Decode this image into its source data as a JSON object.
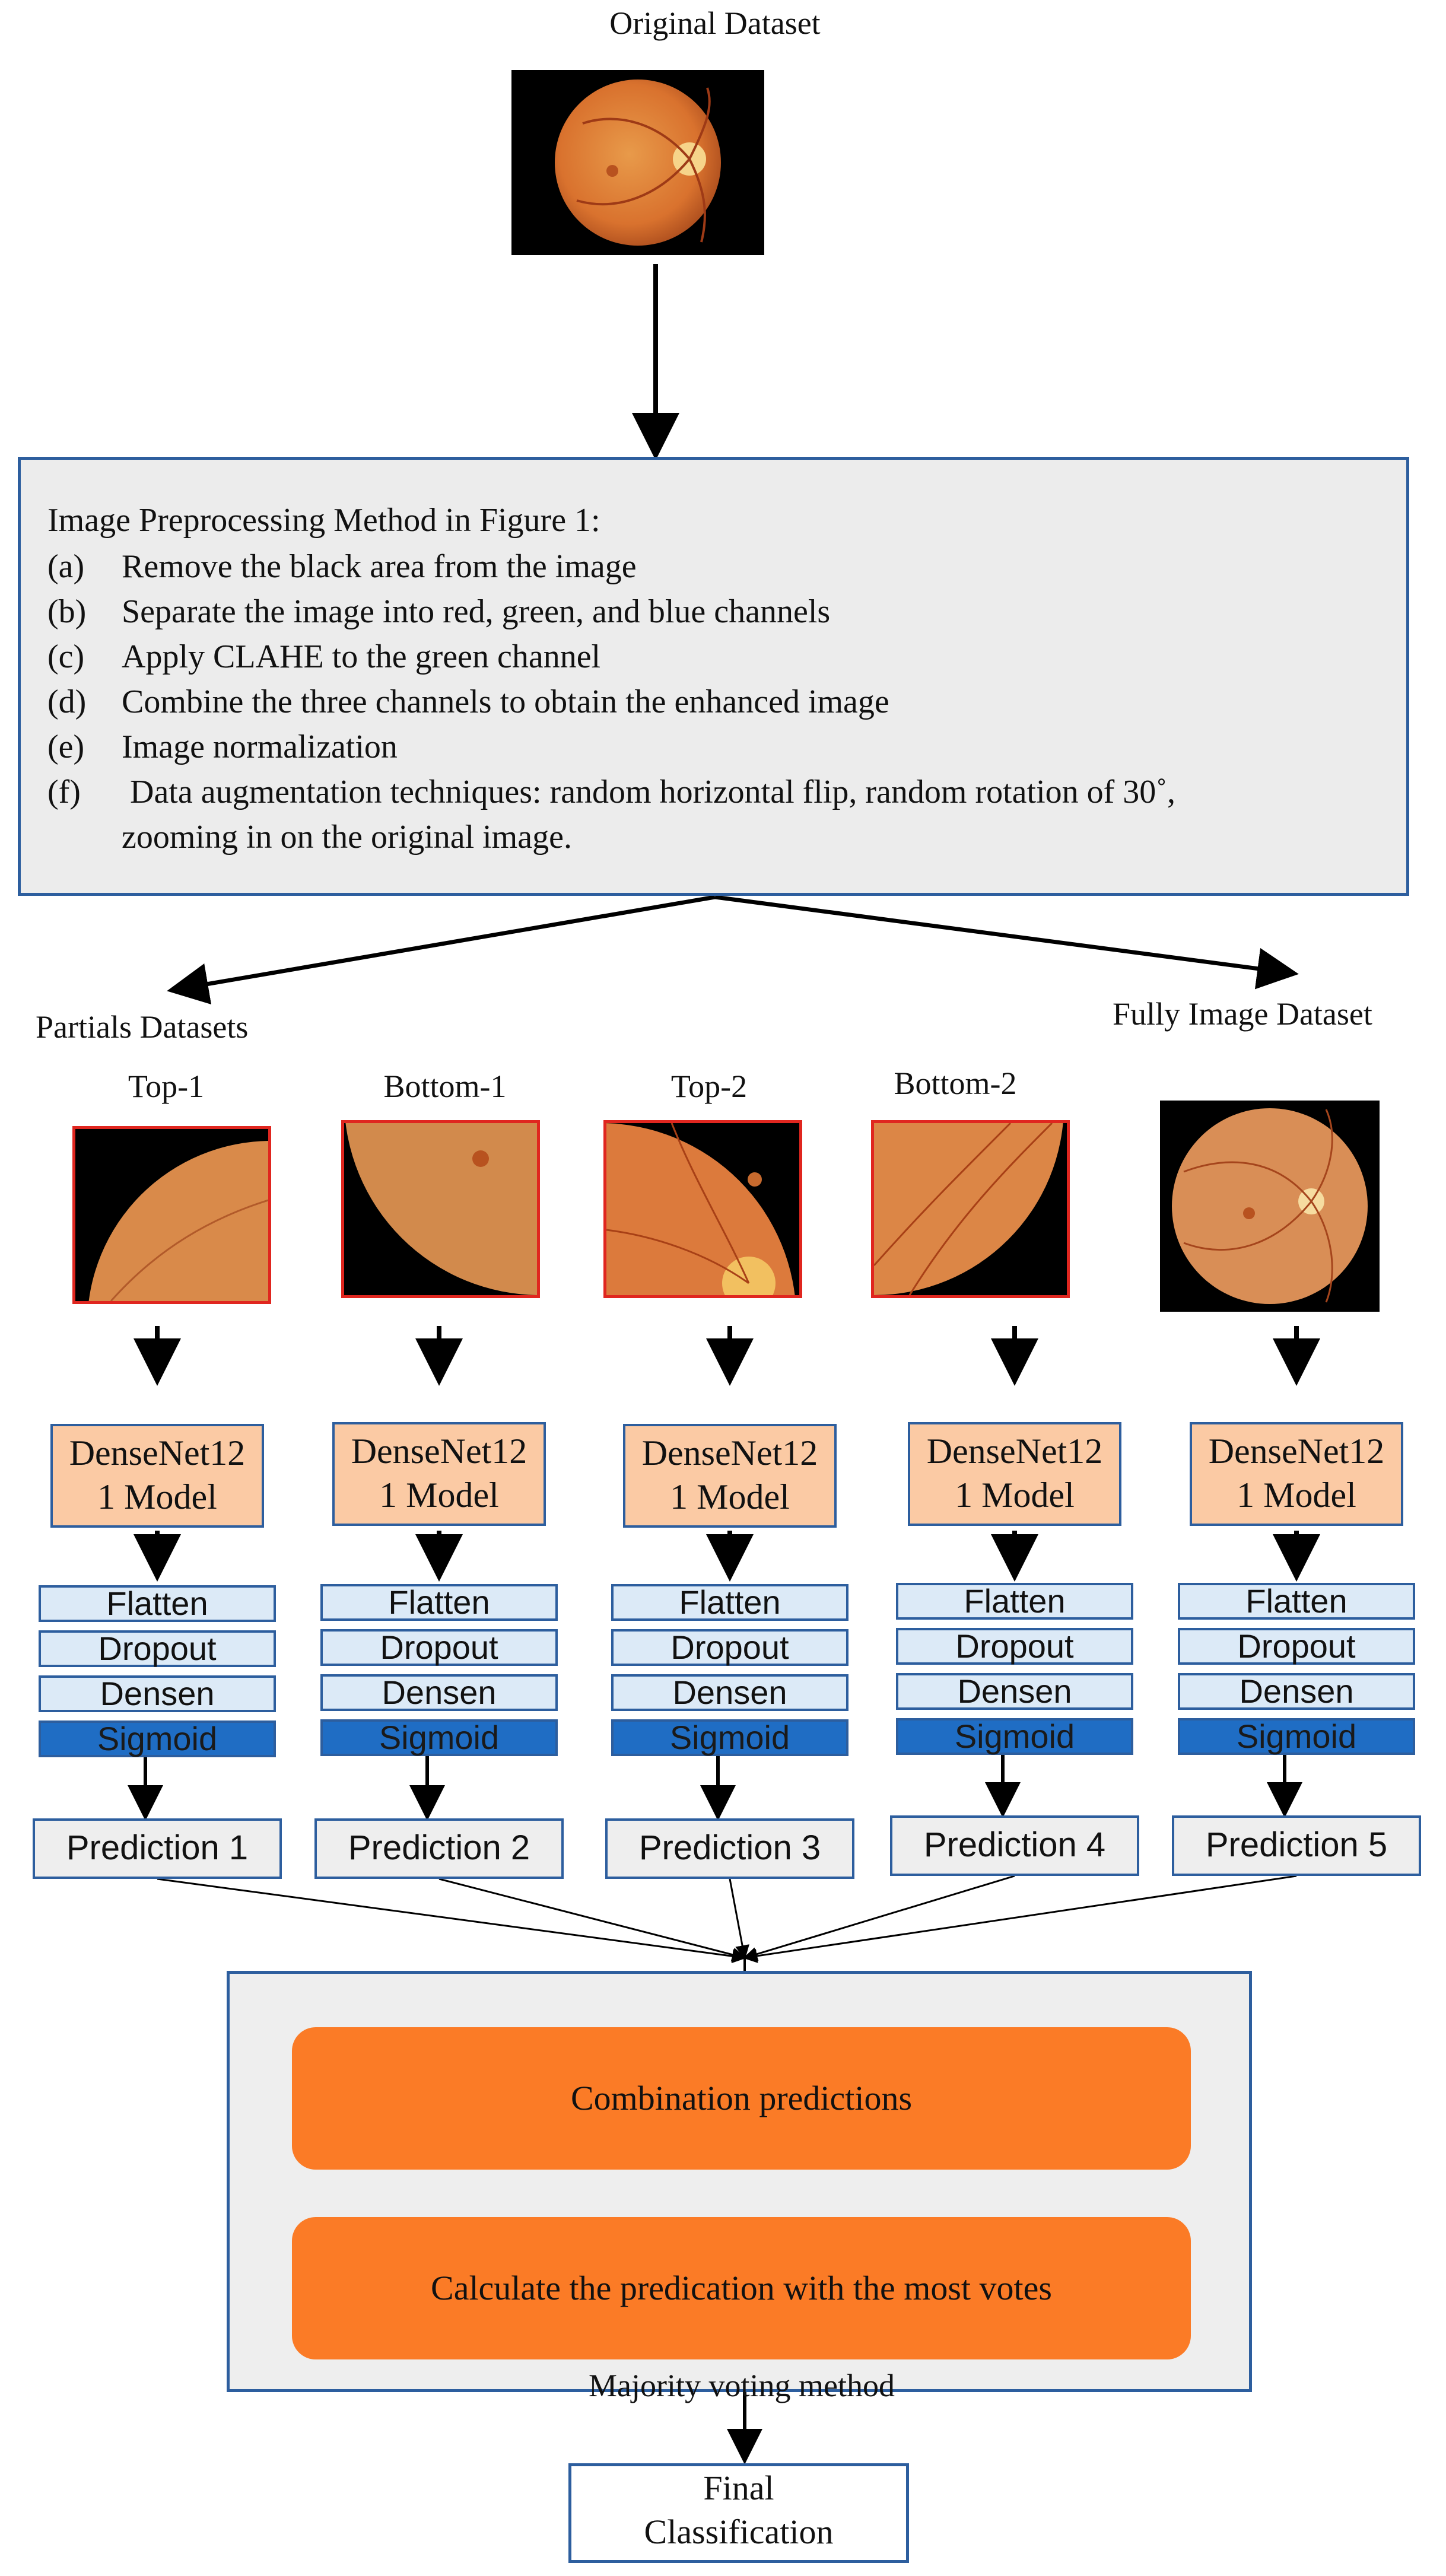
{
  "title": "Original Dataset",
  "preprocessing": {
    "heading": "Image Preprocessing Method in Figure 1:",
    "steps": [
      {
        "letter": "(a)",
        "text": "Remove the black area from the image"
      },
      {
        "letter": "(b)",
        "text": "Separate the image into red, green, and blue channels"
      },
      {
        "letter": "(c)",
        "text": "Apply CLAHE to the green channel"
      },
      {
        "letter": "(d)",
        "text": "Combine the three channels to obtain the enhanced  image"
      },
      {
        "letter": "(e)",
        "text": "Image normalization"
      },
      {
        "letter": "(f)",
        "text": " Data augmentation techniques: random horizontal flip, random rotation of 30˚,"
      }
    ],
    "continuation": "zooming in on the original image."
  },
  "partial_label": "Partials Datasets",
  "full_label": "Fully Image Dataset",
  "branches": [
    {
      "name": "Top-1",
      "model": [
        "DenseNet12",
        "1 Model"
      ],
      "prediction": "Prediction 1"
    },
    {
      "name": "Bottom-1",
      "model": [
        "DenseNet12",
        "1 Model"
      ],
      "prediction": "Prediction 2"
    },
    {
      "name": "Top-2",
      "model": [
        "DenseNet12",
        "1 Model"
      ],
      "prediction": "Prediction 3"
    },
    {
      "name": "Bottom-2",
      "model": [
        "DenseNet12",
        "1 Model"
      ],
      "prediction": "Prediction 4"
    },
    {
      "name": "",
      "model": [
        "DenseNet12",
        "1 Model"
      ],
      "prediction": "Prediction 5"
    }
  ],
  "layers": [
    "Flatten",
    "Dropout",
    "Densen",
    "Sigmoid"
  ],
  "voting": {
    "step1": "Combination predictions",
    "step2": "Calculate the predication with the most votes",
    "label": "Majority voting method"
  },
  "final": [
    "Final",
    "Classification"
  ],
  "colors": {
    "border": "#2d5e9e",
    "model_fill": "#fbcaa4",
    "layer_fill": "#dceaf7",
    "sigmoid_fill": "#1f6dc4",
    "orange": "#fb7b26",
    "crop_border": "#e0261f"
  }
}
